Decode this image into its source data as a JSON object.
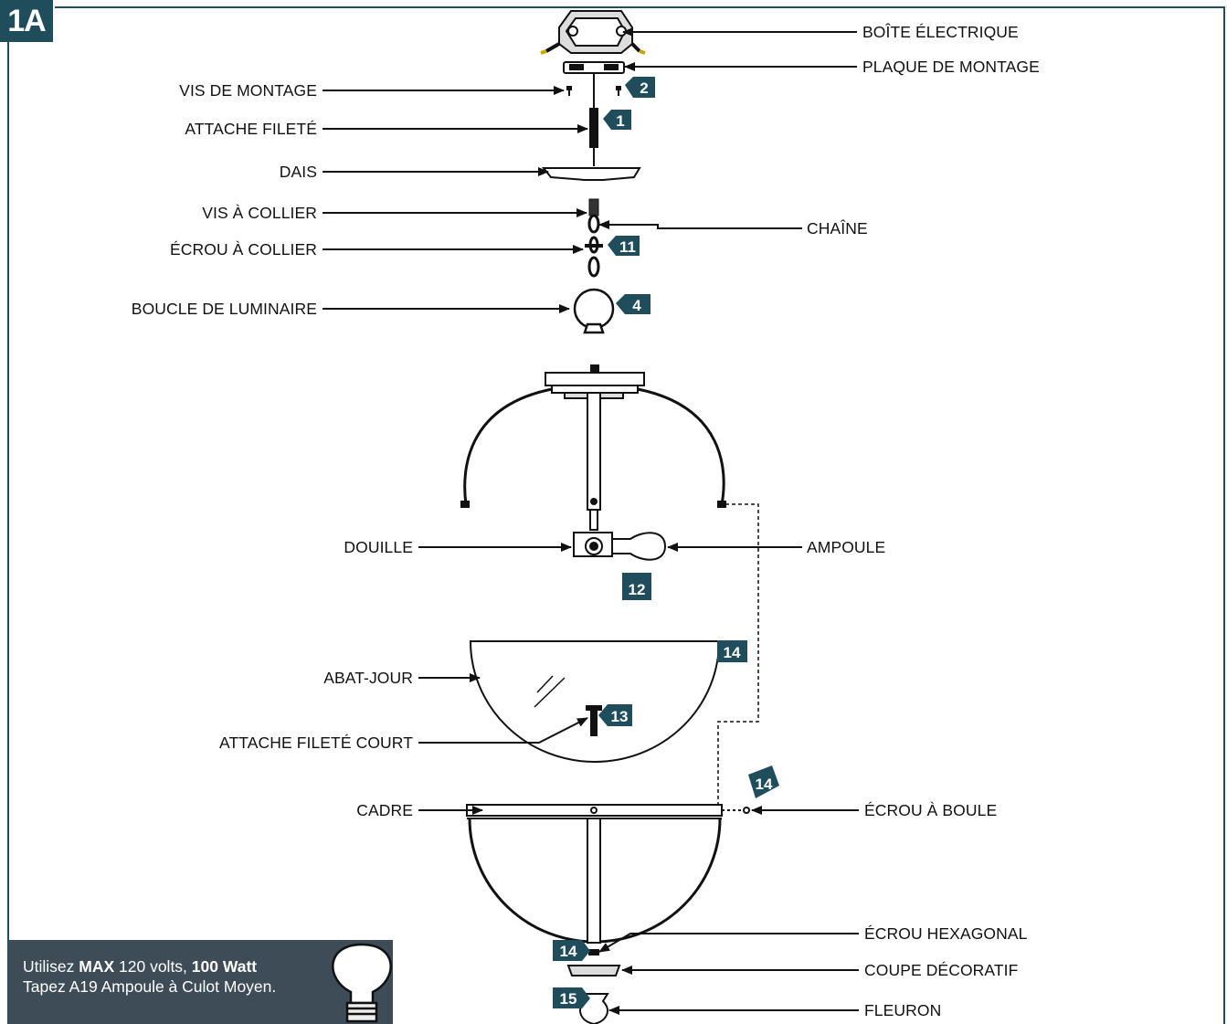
{
  "step_number": "1A",
  "labels": {
    "boite_electrique": "BOÎTE ÉLECTRIQUE",
    "plaque_de_montage": "PLAQUE DE MONTAGE",
    "vis_de_montage": "VIS DE MONTAGE",
    "attache_filete": "ATTACHE FILETÉ",
    "dais": "DAIS",
    "vis_a_collier": "VIS À COLLIER",
    "chaine": "CHAÎNE",
    "ecrou_a_collier": "ÉCROU À COLLIER",
    "boucle_de_luminaire": "BOUCLE DE LUMINAIRE",
    "douille": "DOUILLE",
    "ampoule": "AMPOULE",
    "abat_jour": "ABAT-JOUR",
    "attache_filete_court": "ATTACHE FILETÉ COURT",
    "cadre": "CADRE",
    "ecrou_a_boule": "ÉCROU À BOULE",
    "ecrou_hexagonal": "ÉCROU HEXAGONAL",
    "coupe_decoratif": "COUPE DÉCORATIF",
    "fleuron": "FLEURON"
  },
  "part_numbers": {
    "plaque": "2",
    "attache": "1",
    "ecrou_collier": "11",
    "boucle": "4",
    "ampoule": "12",
    "abat_jour": "14",
    "attache_court": "13",
    "ecrou_boule": "14",
    "ecrou_hex": "14",
    "fleuron": "15"
  },
  "bulb_note": {
    "line1_a": "Utilisez ",
    "line1_b": "MAX",
    "line1_c": " 120 volts, ",
    "line1_d": "100 Watt",
    "line2": "Tapez A19 Ampoule à Culot Moyen."
  },
  "colors": {
    "badge": "#1f4d5c",
    "note_bg": "#3e4c57",
    "line": "#111111"
  }
}
